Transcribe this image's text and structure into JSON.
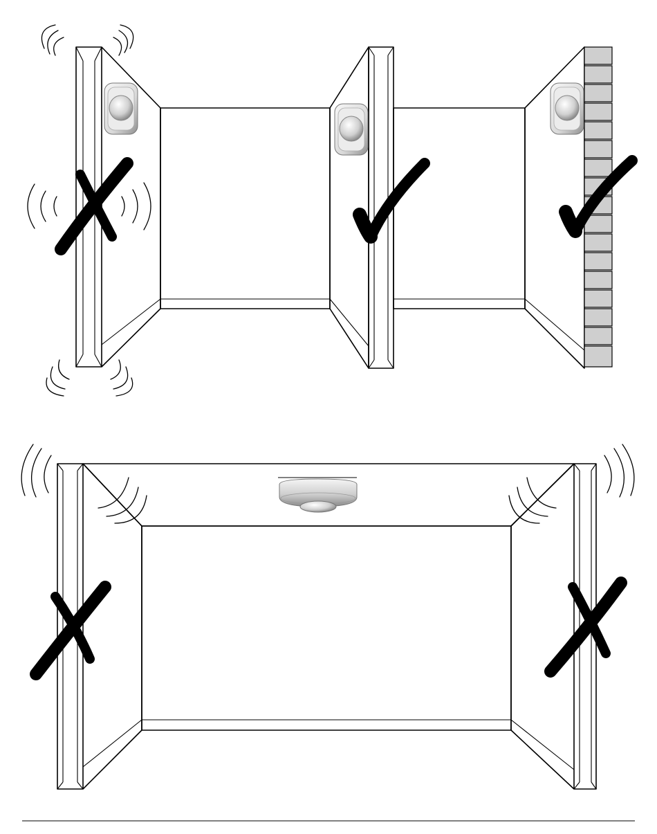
{
  "diagram": {
    "description_visible_text": "",
    "top_scene": {
      "panels": [
        {
          "id": "glass-partition",
          "verdict": "incorrect"
        },
        {
          "id": "solid-partition",
          "verdict": "correct"
        },
        {
          "id": "brick-wall",
          "verdict": "correct"
        }
      ]
    },
    "bottom_scene": {
      "panels": [
        {
          "id": "left-vibrating-wall",
          "verdict": "incorrect"
        },
        {
          "id": "right-vibrating-wall",
          "verdict": "incorrect"
        }
      ]
    }
  },
  "colors": {
    "line": "#000000",
    "brick": "#cfcfcf",
    "sensor_light": "#f2f2f2",
    "sensor_dark": "#9a9a9a",
    "background": "#ffffff"
  },
  "icons": [
    "pir-sensor-icon",
    "ceiling-sensor-icon",
    "cross-mark-icon",
    "check-mark-icon",
    "vibration-waves-icon"
  ]
}
